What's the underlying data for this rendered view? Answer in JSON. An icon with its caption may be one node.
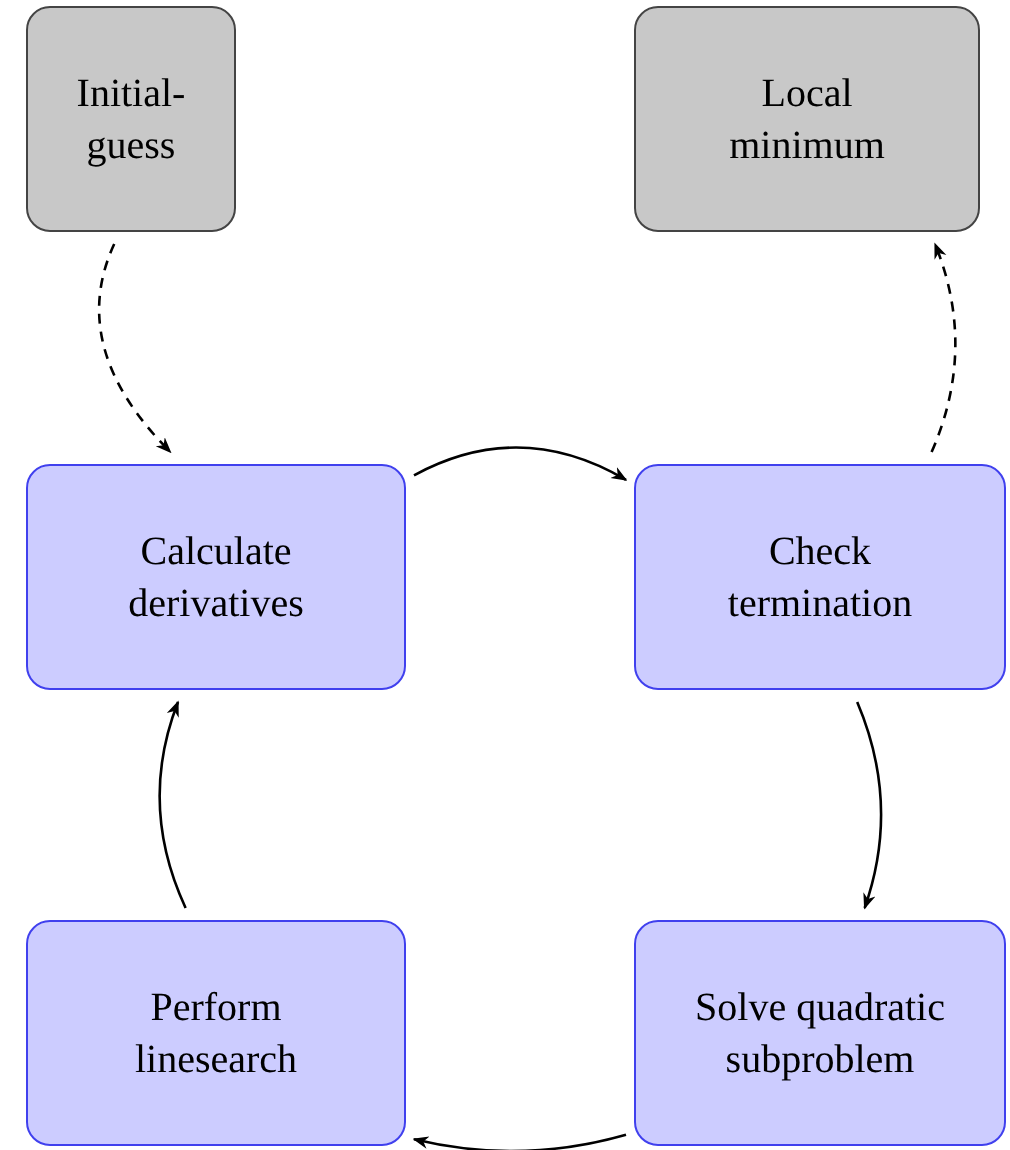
{
  "diagram": {
    "nodes": [
      {
        "text": [
          "Initial-guess"
        ]
      },
      {
        "text": [
          "Local minimum"
        ]
      },
      {
        "text": [
          "Calculate derivatives"
        ]
      },
      {
        "text": [
          "Check termination"
        ]
      },
      {
        "text": [
          "Perform linesearch"
        ]
      },
      {
        "text": [
          "Solve quadratic subproblem"
        ]
      }
    ],
    "edges": [
      {
        "from": 0,
        "to": 2,
        "arrow": "to",
        "style": "dashed"
      },
      {
        "from": 2,
        "to": 3,
        "arrow": "to"
      },
      {
        "from": 3,
        "to": 5,
        "arrow": "to"
      },
      {
        "from": 5,
        "to": 4,
        "arrow": "to"
      },
      {
        "from": 4,
        "to": 2,
        "arrow": "to"
      },
      {
        "from": 3,
        "to": 1,
        "arrow": "to",
        "style": "dashed"
      }
    ]
  }
}
